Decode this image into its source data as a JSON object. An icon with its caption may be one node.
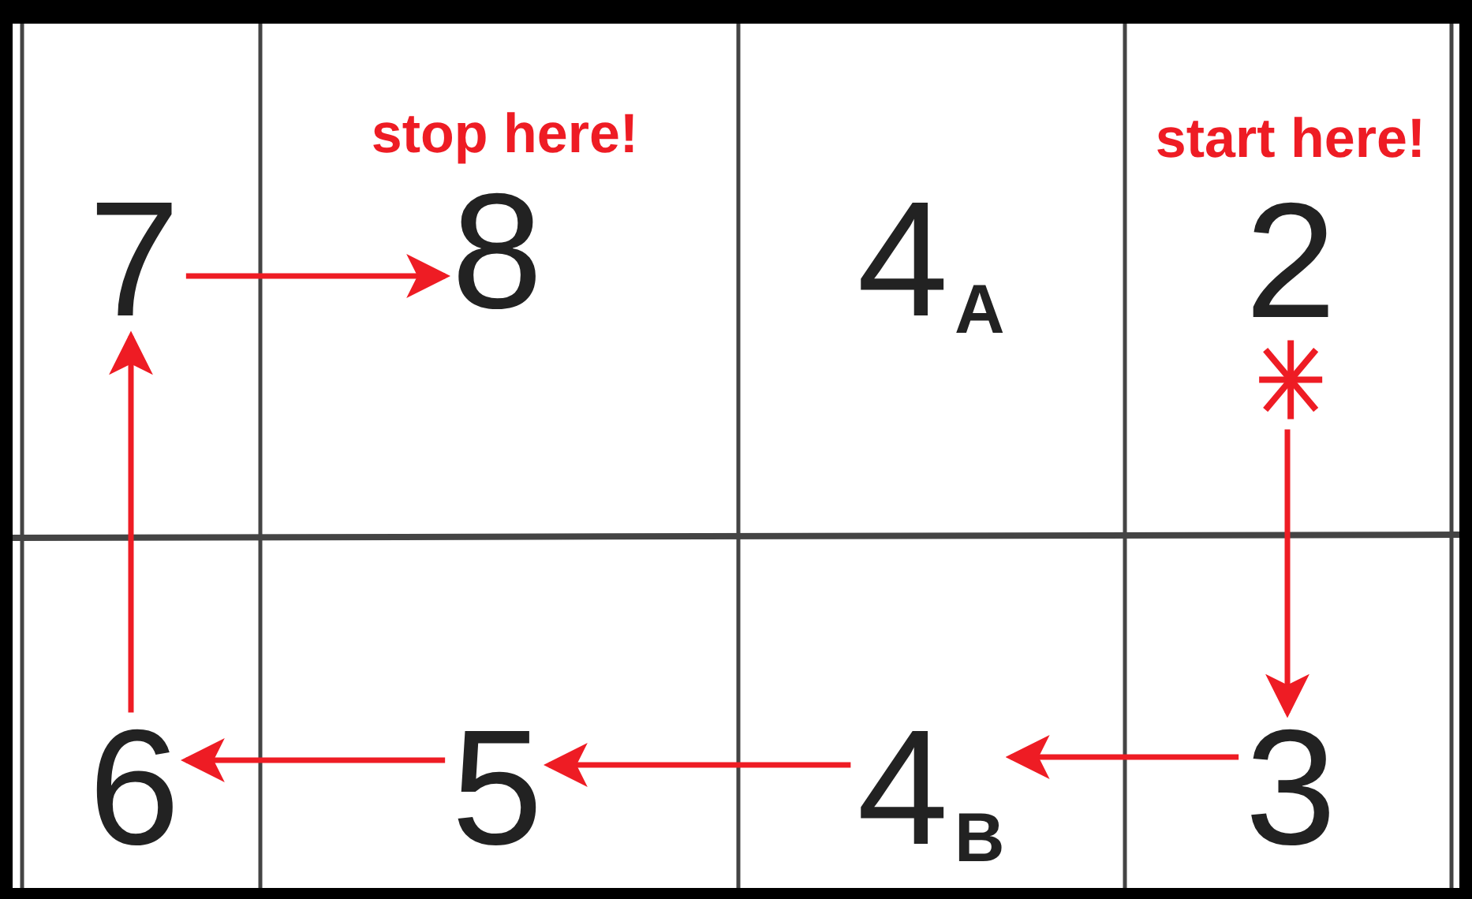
{
  "diagram": {
    "nodes": [
      {
        "text": [
          "7"
        ]
      },
      {
        "text": [
          "8"
        ],
        "beside": [
          "stop here!"
        ]
      },
      {
        "text": [
          "4$_{A}$"
        ]
      },
      {
        "text": [
          "2"
        ],
        "beside": [
          "start here!"
        ]
      },
      {
        "text": [
          "6"
        ]
      },
      {
        "text": [
          "5"
        ]
      },
      {
        "text": [
          "4$_{B}$"
        ]
      },
      {
        "text": [
          "3"
        ]
      }
    ],
    "edges": [
      {
        "from": 3,
        "to": 7,
        "arrow": "to"
      },
      {
        "from": 7,
        "to": 6,
        "arrow": "to"
      },
      {
        "from": 6,
        "to": 5,
        "arrow": "to"
      },
      {
        "from": 5,
        "to": 4,
        "arrow": "to"
      },
      {
        "from": 4,
        "to": 0,
        "arrow": "to"
      },
      {
        "from": 0,
        "to": 1,
        "arrow": "to"
      }
    ]
  }
}
